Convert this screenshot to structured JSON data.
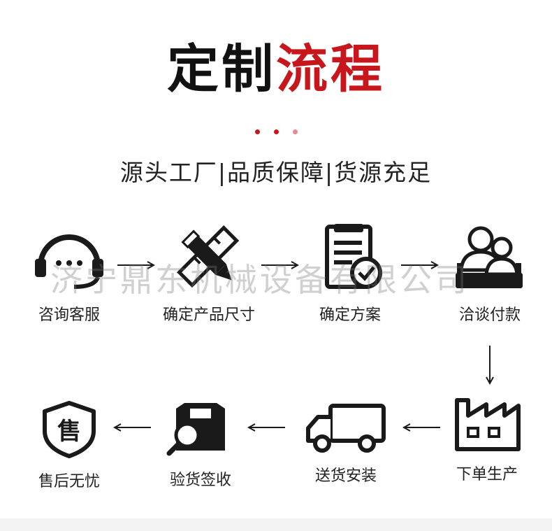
{
  "title": {
    "part1": "定制",
    "part2": "流程"
  },
  "subtitle": "源头工厂|品质保障|货源充足",
  "watermark": "济宁鼎东机械设备有限公司",
  "steps": [
    {
      "label": "咨询客服",
      "icon": "headset-icon"
    },
    {
      "label": "确定产品尺寸",
      "icon": "ruler-pencil-icon"
    },
    {
      "label": "确定方案",
      "icon": "document-check-icon"
    },
    {
      "label": "洽谈付款",
      "icon": "negotiation-icon"
    },
    {
      "label": "下单生产",
      "icon": "factory-icon"
    },
    {
      "label": "送货安装",
      "icon": "truck-icon"
    },
    {
      "label": "验货签收",
      "icon": "box-inspect-icon"
    },
    {
      "label": "售后无忧",
      "icon": "shield-icon",
      "badge_char": "售"
    }
  ],
  "colors": {
    "accent": "#c8161d",
    "text": "#222222"
  }
}
